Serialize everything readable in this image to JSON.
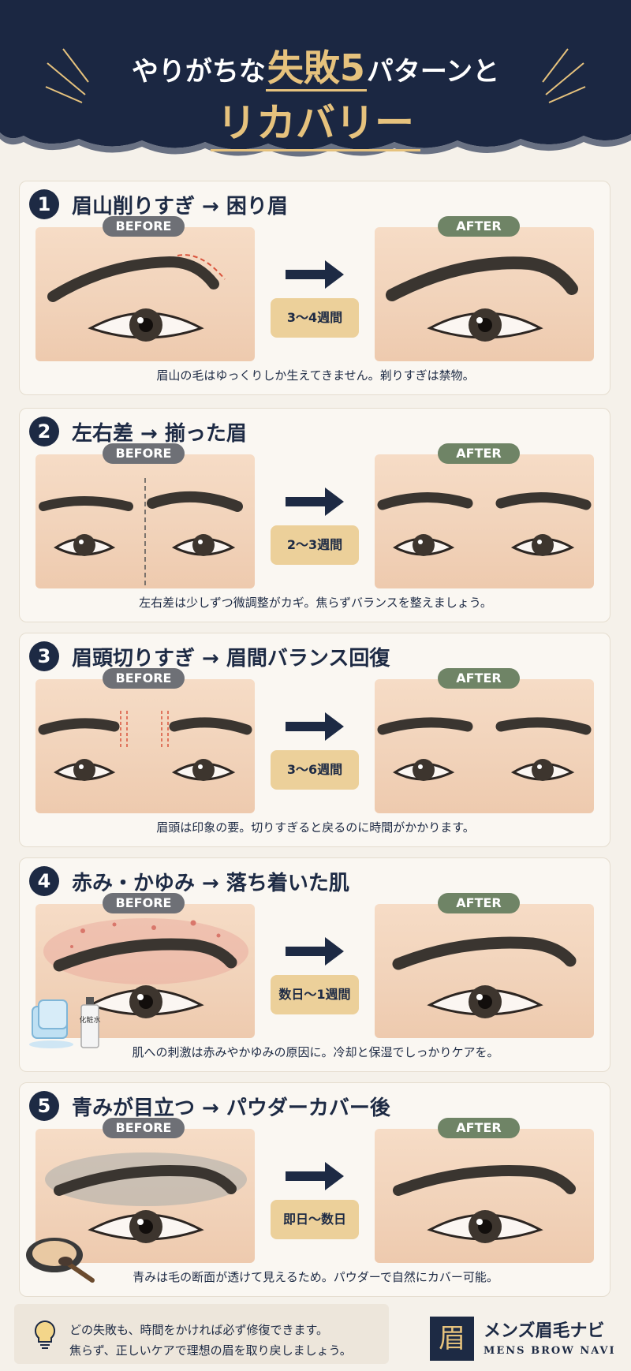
{
  "header": {
    "title_prefix": "やりがちな",
    "title_highlight": "失敗5",
    "title_suffix": "パターンと",
    "title_line2": "リカバリー"
  },
  "colors": {
    "navy": "#1d2a44",
    "gold": "#e6c27d",
    "before_badge": "#6e7076",
    "after_badge": "#6f8466",
    "period_bg": "#ecd09a"
  },
  "labels": {
    "before": "BEFORE",
    "after": "AFTER"
  },
  "cards": [
    {
      "num": "1",
      "title": "眉山削りすぎ → 困り眉",
      "period": "3～4週間",
      "caption": "眉山の毛はゆっくりしか生えてきません。剃りすぎは禁物。"
    },
    {
      "num": "2",
      "title": "左右差 → 揃った眉",
      "period": "2～3週間",
      "caption": "左右差は少しずつ微調整がカギ。焦らずバランスを整えましょう。"
    },
    {
      "num": "3",
      "title": "眉頭切りすぎ → 眉間バランス回復",
      "period": "3～6週間",
      "caption": "眉頭は印象の要。切りすぎると戻るのに時間がかかります。"
    },
    {
      "num": "4",
      "title": "赤み・かゆみ → 落ち着いた肌",
      "period": "数日～1週間",
      "caption": "肌への刺激は赤みやかゆみの原因に。冷却と保湿でしっかりケアを。",
      "bottle_label": "化粧水"
    },
    {
      "num": "5",
      "title": "青みが目立つ → パウダーカバー後",
      "period": "即日～数日",
      "caption": "青みは毛の断面が透けて見えるため。パウダーで自然にカバー可能。"
    }
  ],
  "footer": {
    "line1": "どの失敗も、時間をかければ必ず修復できます。",
    "line2": "焦らず、正しいケアで理想の眉を取り戻しましょう。",
    "brand_mark": "眉",
    "brand_jp": "メンズ眉毛ナビ",
    "brand_en": "MENS BROW NAVI"
  }
}
